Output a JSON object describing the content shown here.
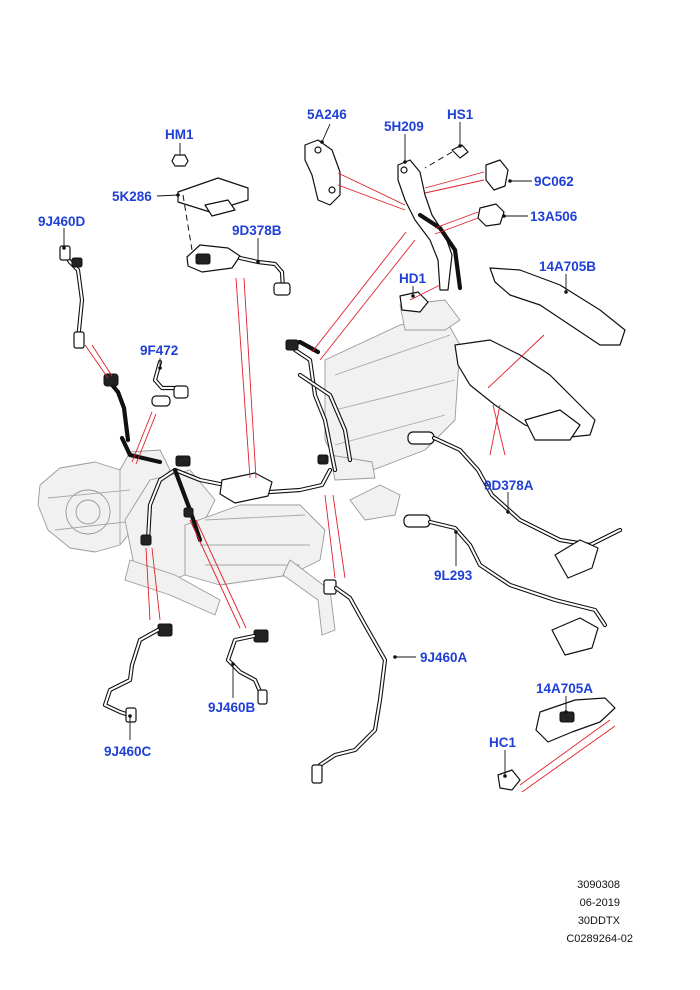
{
  "callouts": {
    "hm1": "HM1",
    "k5_286": "5K286",
    "j9_460d": "9J460D",
    "d9_378b": "9D378B",
    "a5_246": "5A246",
    "h5_209": "5H209",
    "hs1": "HS1",
    "c9_062": "9C062",
    "a13_506": "13A506",
    "a14_705b": "14A705B",
    "hd1": "HD1",
    "f9_472": "9F472",
    "d9_378a": "9D378A",
    "l9_293": "9L293",
    "j9_460a": "9J460A",
    "j9_460b": "9J460B",
    "j9_460c": "9J460C",
    "a14_705a": "14A705A",
    "hc1": "HC1"
  },
  "reference": {
    "illustration_number": "3090308",
    "date": "06-2019",
    "model_code": "30DDTX",
    "catalog_code": "C0289264-02"
  },
  "colors": {
    "callout_text": "#1f3fd6",
    "reference_line": "#e0202a",
    "line_art": "#111111"
  }
}
